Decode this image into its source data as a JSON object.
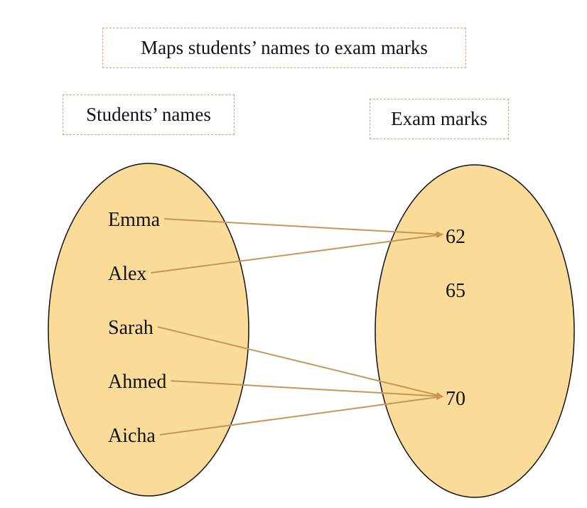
{
  "title": "Maps students’ names to exam marks",
  "domain_label": "Students’ names",
  "codomain_label": "Exam marks",
  "colors": {
    "set_fill": "#fadb98",
    "set_stroke": "#111111",
    "arrow": "#c99556",
    "box_border": "#e0a06a"
  },
  "domain": [
    "Emma",
    "Alex",
    "Sarah",
    "Ahmed",
    "Aicha"
  ],
  "codomain": [
    "62",
    "65",
    "70"
  ],
  "mapping": [
    {
      "from": "Emma",
      "to": "62"
    },
    {
      "from": "Alex",
      "to": "62"
    },
    {
      "from": "Sarah",
      "to": "70"
    },
    {
      "from": "Ahmed",
      "to": "70"
    },
    {
      "from": "Aicha",
      "to": "70"
    }
  ]
}
